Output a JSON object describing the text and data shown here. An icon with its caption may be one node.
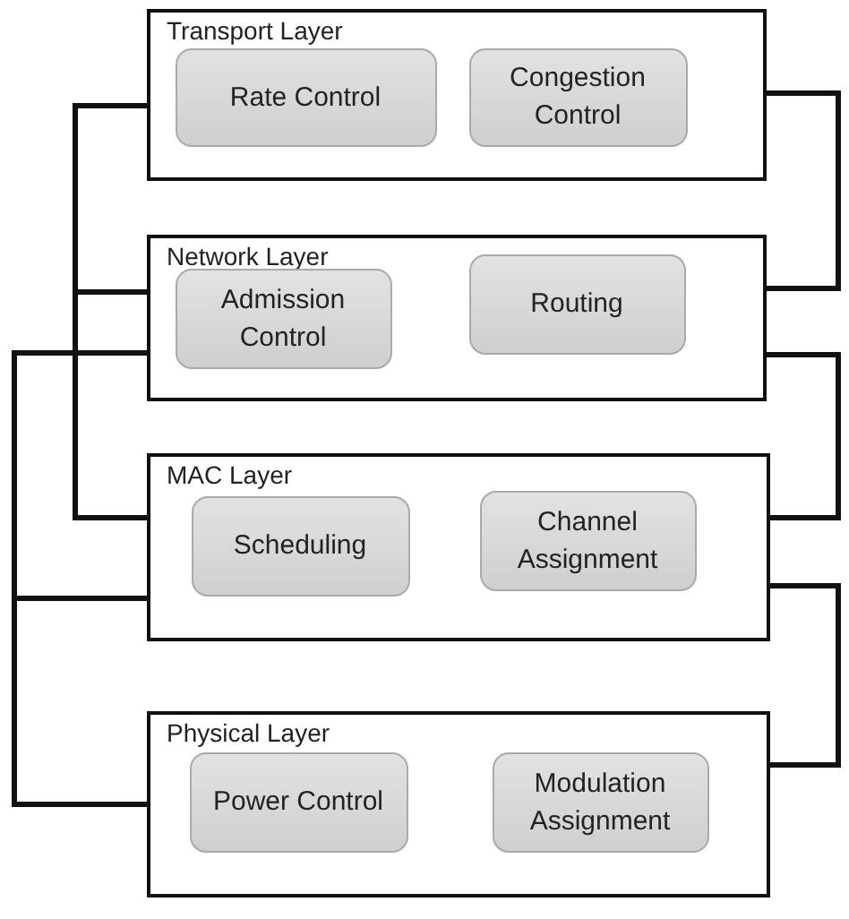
{
  "diagram": {
    "nodes": [
      {
        "text": [
          "Transport Layer"
        ]
      },
      {
        "text": [
          "Rate Control"
        ],
        "in": 0
      },
      {
        "text": [
          "Congestion Control"
        ],
        "in": 0
      },
      {
        "text": [
          "Network Layer"
        ]
      },
      {
        "text": [
          "Admission Control"
        ],
        "in": 3
      },
      {
        "text": [
          "Routing"
        ],
        "in": 3
      },
      {
        "text": [
          "MAC Layer"
        ]
      },
      {
        "text": [
          "Scheduling"
        ],
        "in": 6
      },
      {
        "text": [
          "Channel Assignment"
        ],
        "in": 6
      },
      {
        "text": [
          "Physical Layer"
        ]
      },
      {
        "text": [
          "Power Control"
        ],
        "in": 9
      },
      {
        "text": [
          "Modulation Assignment"
        ],
        "in": 9
      }
    ],
    "edges": [
      {
        "from": 0,
        "to": 3,
        "arrow": "none"
      },
      {
        "from": 3,
        "to": 6,
        "arrow": "none"
      },
      {
        "from": 3,
        "to": 6,
        "arrow": "none"
      },
      {
        "from": 6,
        "to": 9,
        "arrow": "none"
      },
      {
        "from": 0,
        "to": 3,
        "arrow": "none"
      },
      {
        "from": 3,
        "to": 6,
        "arrow": "none"
      },
      {
        "from": 6,
        "to": 9,
        "arrow": "none"
      }
    ]
  }
}
